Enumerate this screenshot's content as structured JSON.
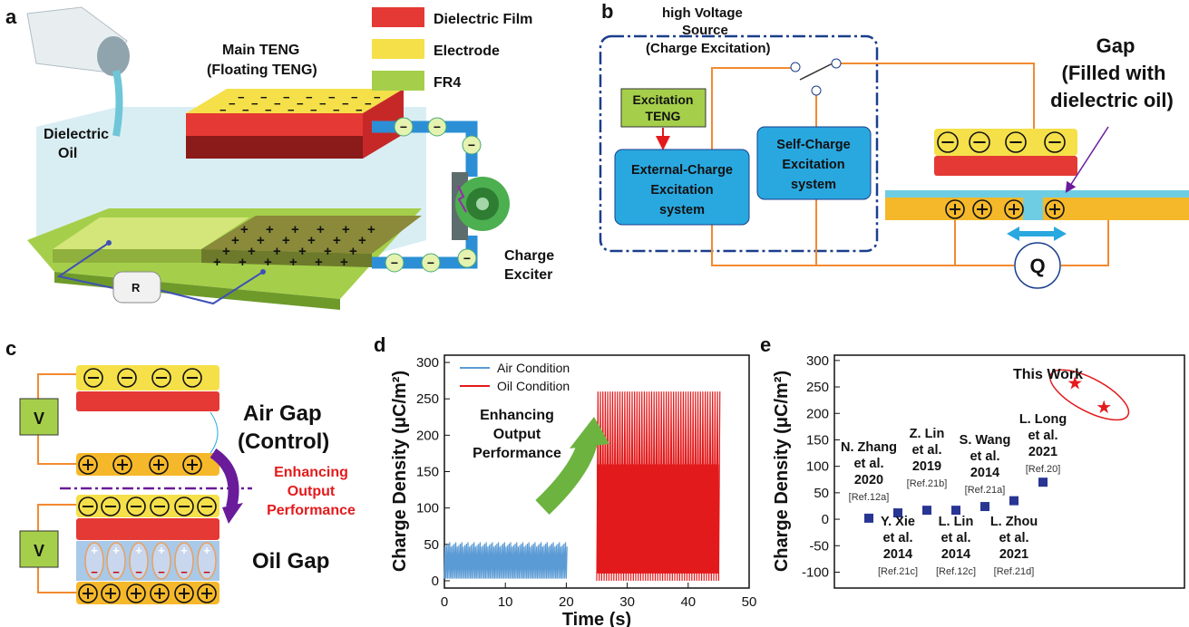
{
  "panel_labels": {
    "a": "a",
    "b": "b",
    "c": "c",
    "d": "d",
    "e": "e"
  },
  "panel_a": {
    "legend": [
      {
        "label": "Dielectric Film",
        "color": "#e53935"
      },
      {
        "label": "Electrode",
        "color": "#f5e04a"
      },
      {
        "label": "FR4",
        "color": "#a5cf4a"
      }
    ],
    "main_teng_line1": "Main TENG",
    "main_teng_line2": "(Floating TENG)",
    "oil_line1": "Dielectric",
    "oil_line2": "Oil",
    "resistor": "R",
    "exciter_line1": "Charge",
    "exciter_line2": "Exciter",
    "minus": "−",
    "plus": "+"
  },
  "panel_b": {
    "source_line1": "high Voltage",
    "source_line2": "Source",
    "source_line3": "(Charge Excitation)",
    "excitation_teng_line1": "Excitation",
    "excitation_teng_line2": "TENG",
    "external_line1": "External-Charge",
    "external_line2": "Excitation",
    "external_line3": "system",
    "self_line1": "Self-Charge",
    "self_line2": "Excitation",
    "self_line3": "system",
    "gap_line1": "Gap",
    "gap_line2": "(Filled with",
    "gap_line3": "dielectric oil)",
    "q": "Q"
  },
  "panel_c": {
    "v": "V",
    "air_line1": "Air Gap",
    "air_line2": "(Control)",
    "enh_line1": "Enhancing",
    "enh_line2": "Output",
    "enh_line3": "Performance",
    "oil": "Oil Gap"
  },
  "panel_d": {
    "annotation_line1": "Enhancing",
    "annotation_line2": "Output",
    "annotation_line3": "Performance",
    "colors": {
      "air": "#5b9bd5",
      "oil": "#e31a1c"
    },
    "chart_data": {
      "type": "line",
      "xlabel": "Time (s)",
      "ylabel": "Charge Density (μC/m²)",
      "xlim": [
        0,
        50
      ],
      "ylim": [
        -10,
        310
      ],
      "x_ticks": [
        0,
        10,
        20,
        30,
        40,
        50
      ],
      "y_ticks": [
        0,
        50,
        100,
        150,
        200,
        250,
        300
      ],
      "series": [
        {
          "name": "Air Condition",
          "x_range": [
            0,
            20
          ],
          "min": 0,
          "max": 55
        },
        {
          "name": "Oil Condition",
          "x_range": [
            25,
            45
          ],
          "min": 0,
          "max": 260,
          "dense_max": 160
        }
      ]
    }
  },
  "panel_e": {
    "highlight": "This Work",
    "colors": {
      "ref": "#283593",
      "work": "#e31a1c"
    },
    "chart_data": {
      "type": "scatter",
      "ylabel": "Charge Density (μC/m²)",
      "ylim": [
        -130,
        310
      ],
      "y_ticks": [
        -100,
        -50,
        0,
        50,
        100,
        150,
        200,
        250,
        300
      ],
      "points": [
        {
          "x": 1,
          "y": 2,
          "label": [
            "N. Zhang",
            "et al.",
            "2020"
          ],
          "ref": "[Ref.12a]"
        },
        {
          "x": 2,
          "y": 12,
          "label": [
            "Y. Xie",
            "et al.",
            "2014"
          ],
          "ref": "[Ref.21c]"
        },
        {
          "x": 3,
          "y": 17,
          "label": [
            "Z. Lin",
            "et al.",
            "2019"
          ],
          "ref": "[Ref.21b]"
        },
        {
          "x": 4,
          "y": 17,
          "label": [
            "L. Lin",
            "et al.",
            "2014"
          ],
          "ref": "[Ref.12c]"
        },
        {
          "x": 5,
          "y": 24,
          "label": [
            "S. Wang",
            "et al.",
            "2014"
          ],
          "ref": "[Ref.21a]"
        },
        {
          "x": 6,
          "y": 35,
          "label": [
            "L. Zhou",
            "et al.",
            "2021"
          ],
          "ref": "[Ref.21d]"
        },
        {
          "x": 7,
          "y": 70,
          "label": [
            "L. Long",
            "et al.",
            "2021"
          ],
          "ref": "[Ref.20]"
        }
      ],
      "this_work": [
        {
          "x": 8.1,
          "y": 258
        },
        {
          "x": 9.1,
          "y": 212
        }
      ]
    }
  }
}
